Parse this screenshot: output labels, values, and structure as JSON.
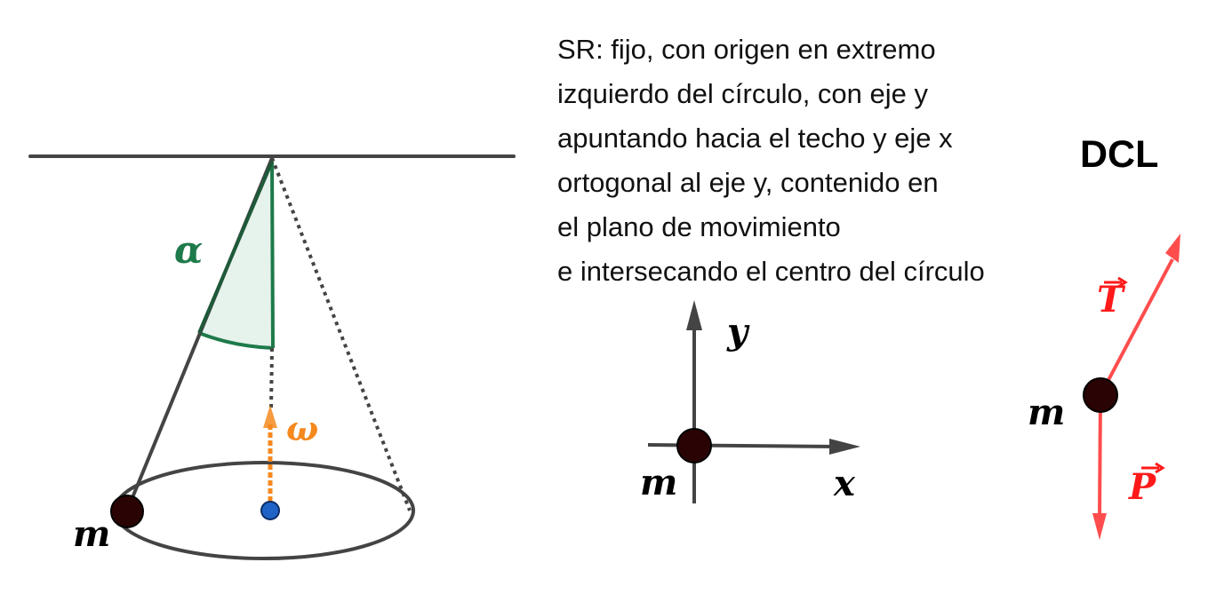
{
  "description": {
    "lines": [
      "SR: fijo, con origen en extremo",
      "izquierdo del círculo, con eje y",
      "apuntando hacia el techo y eje x",
      "ortogonal al eje y, contenido en",
      "el plano de movimiento",
      "e intersecando el centro del círculo"
    ]
  },
  "pendulum": {
    "angle_label": "α",
    "angular_velocity_label": "ω",
    "mass_label": "m"
  },
  "axes": {
    "x_label": "x",
    "y_label": "y",
    "mass_label": "m"
  },
  "dcl": {
    "title": "DCL",
    "tension_label": "T",
    "weight_label": "P",
    "mass_label": "m"
  },
  "colors": {
    "line": "#444444",
    "angle": "#1e7a4a",
    "angle_fill": "#e6f2ec",
    "omega": "#f5891e",
    "center": "#1f63c6",
    "mass": "#2a0404",
    "force": "#ff4d4d"
  }
}
